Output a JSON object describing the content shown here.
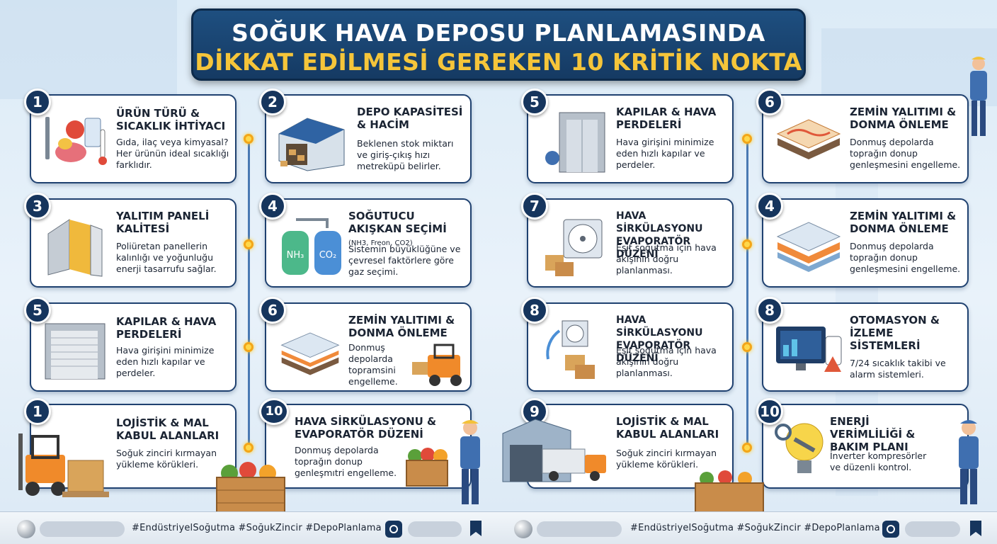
{
  "title": {
    "line1": "SOĞUK HAVA DEPOSU PLANLAMASINDA",
    "line2": "DİKKAT EDİLMESİ GEREKEN 10 KRİTİK NOKTA"
  },
  "colors": {
    "navy": "#16355d",
    "gold": "#f5c53a",
    "border": "#1f4170"
  },
  "cards": [
    {
      "num": "1",
      "title": "ÜRÜN TÜRÜ & SICAKLIK İHTİYACI",
      "body": "Gıda, ilaç veya kimyasal? Her ürünün ideal sıcaklığı farklıdır.",
      "icon": "food-thermometer-icon"
    },
    {
      "num": "2",
      "title": "DEPO KAPASİTESİ & HACİM",
      "body": "Beklenen stok miktarı ve giriş-çıkış hızı metreküpü belirler.",
      "icon": "warehouse-icon"
    },
    {
      "num": "3",
      "title": "YALITIM PANELİ KALİTESİ",
      "body": "Poliüretan panellerin kalınlığı ve yoğunluğu enerji tasarrufu sağlar.",
      "icon": "insulation-panel-icon"
    },
    {
      "num": "4",
      "title": "SOĞUTUCU AKIŞKAN SEÇİMİ",
      "title_note": "(NH3, Freon, CO2)",
      "body": "Sistemin büyüklüğüne ve çevresel faktörlere göre gaz seçimi.",
      "icon": "gas-cylinders-icon"
    },
    {
      "num": "5",
      "title": "KAPILAR & HAVA PERDELERİ",
      "body": "Hava girişini minimize eden hızlı kapılar ve perdeler.",
      "icon": "roller-door-icon"
    },
    {
      "num": "6",
      "title": "ZEMİN YALITIMI & DONMA ÖNLEME",
      "body": "Donmuş depolarda topramsini engelleme.",
      "icon": "floor-layers-icon"
    },
    {
      "num": "1",
      "title": "LOJİSTİK & MAL KABUL ALANLARI",
      "body": "Soğuk zinciri kırmayan yükleme körükleri.",
      "icon": "forklift-icon"
    },
    {
      "num": "10",
      "title": "HAVA SİRKÜLASYONU & EVAPORATÖR DÜZENİ",
      "body": "Donmuş depolarda toprağın donup genleşmıtri engelleme.",
      "icon": "vegetable-crate-icon"
    },
    {
      "num": "5",
      "title": "KAPILAR & HAVA PERDELERİ",
      "body": "Hava girişini minimize eden hızlı kapılar ve perdeler.",
      "icon": "fast-door-icon"
    },
    {
      "num": "6",
      "title": "ZEMİN YALITIMI & DONMA ÖNLEME",
      "body": "Donmuş depolarda toprağın donup genleşmesini engelleme.",
      "icon": "floor-heating-icon"
    },
    {
      "num": "7",
      "title": "HAVA SİRKÜLASYONU EVAPORATÖR DÜZENİ",
      "body": "Eşit soğutma için hava akışının doğru planlanması.",
      "icon": "evaporator-fan-icon"
    },
    {
      "num": "4",
      "title": "ZEMİN YALITIMI & DONMA ÖNLEME",
      "body": "Donmuş depolarda toprağın donup genleşmesini engelleme.",
      "icon": "floor-layers-icon"
    },
    {
      "num": "8",
      "title": "HAVA SİRKÜLASYONU EVAPORATÖR DÜZENİ",
      "body": "Eşit soğutma için hava akışının doğru planlanması.",
      "icon": "fan-boxes-icon"
    },
    {
      "num": "8",
      "title": "OTOMASYON & İZLEME SİSTEMLERİ",
      "body": "7/24 sıcaklık takibi ve alarm sistemleri.",
      "icon": "monitor-dashboard-icon"
    },
    {
      "num": "9",
      "title": "LOJİSTİK & MAL KABUL ALANLARI",
      "body": "Soğuk zinciri kırmayan yükleme körükleri.",
      "icon": "truck-dock-icon"
    },
    {
      "num": "10",
      "title": "ENERJİ VERİMLİLİĞİ & BAKIM PLANI",
      "body": "İnverter kompresörler ve düzenli kontrol.",
      "icon": "lightbulb-wrench-icon"
    }
  ],
  "gas_labels": {
    "left": "NH₃",
    "right": "CO₂"
  },
  "footer": {
    "hashtags": "#EndüstriyelSoğutma #SoğukZincir #DepoPlanlama"
  }
}
